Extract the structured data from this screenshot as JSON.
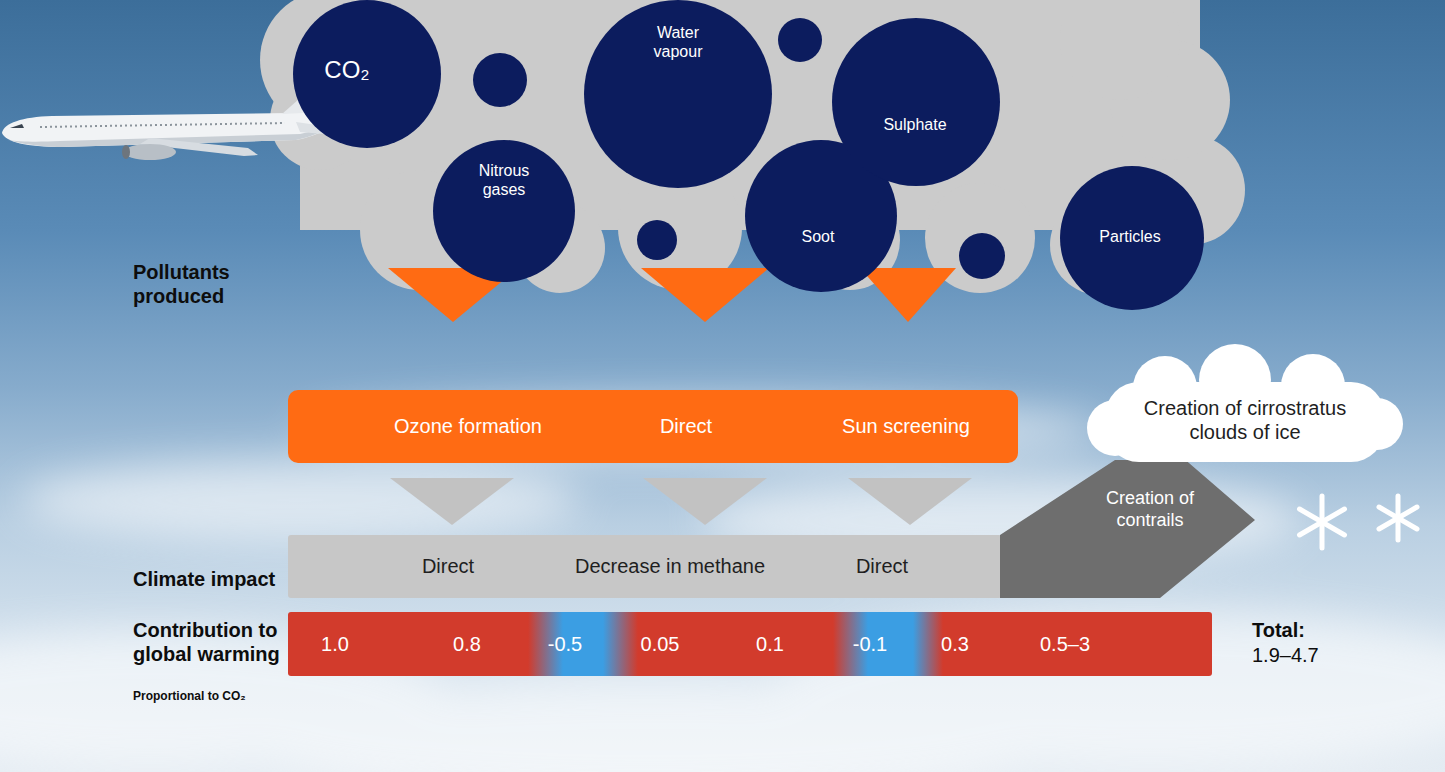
{
  "diagram": {
    "nodes": [
      {
        "text": [
          "CO₂"
        ]
      },
      {
        "text": [
          "Nitrous gases"
        ]
      },
      {
        "text": [
          "Water vapour"
        ]
      },
      {
        "text": [
          "Soot"
        ]
      },
      {
        "text": [
          "Sulphate"
        ]
      },
      {
        "text": [
          "Particles"
        ]
      },
      {
        "text": [
          "Ozone formation",
          "Direct",
          "Sun screening"
        ]
      },
      {
        "text": [
          "Direct",
          "Decrease in methane",
          "Direct"
        ]
      },
      {
        "text": [
          "Creation of contrails"
        ]
      },
      {
        "text": [
          "Creation of cirrostratus clouds of ice"
        ]
      },
      {
        "text": [
          "1.0",
          "0.8",
          "-0.5",
          "0.05",
          "0.1",
          "-0.1",
          "0.3",
          "0.5–3"
        ]
      }
    ],
    "labels": [
      "Pollutants produced",
      "Climate impact",
      "Contribution to global warming",
      "Total:",
      "1.9–4.7",
      "Proportional to CO₂"
    ]
  }
}
